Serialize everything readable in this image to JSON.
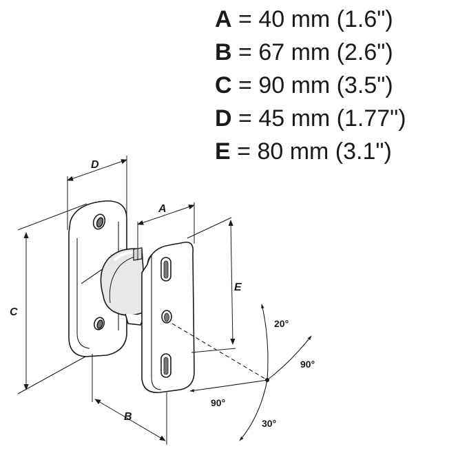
{
  "specs": [
    {
      "letter": "A",
      "eq": "=",
      "value": "40 mm (1.6\")"
    },
    {
      "letter": "B",
      "eq": "=",
      "value": "67 mm (2.6\")"
    },
    {
      "letter": "C",
      "eq": "=",
      "value": "90 mm (3.5\")"
    },
    {
      "letter": "D",
      "eq": "=",
      "value": "45 mm (1.77\")"
    },
    {
      "letter": "E",
      "eq": "=",
      "value": "80 mm (3.1\")"
    }
  ],
  "dimension_labels": {
    "a": "A",
    "b": "B",
    "c": "C",
    "d": "D",
    "e": "E"
  },
  "angle_labels": {
    "tilt_up": "20°",
    "swivel_right": "90°",
    "swivel_left": "90°",
    "tilt_down": "30°"
  }
}
